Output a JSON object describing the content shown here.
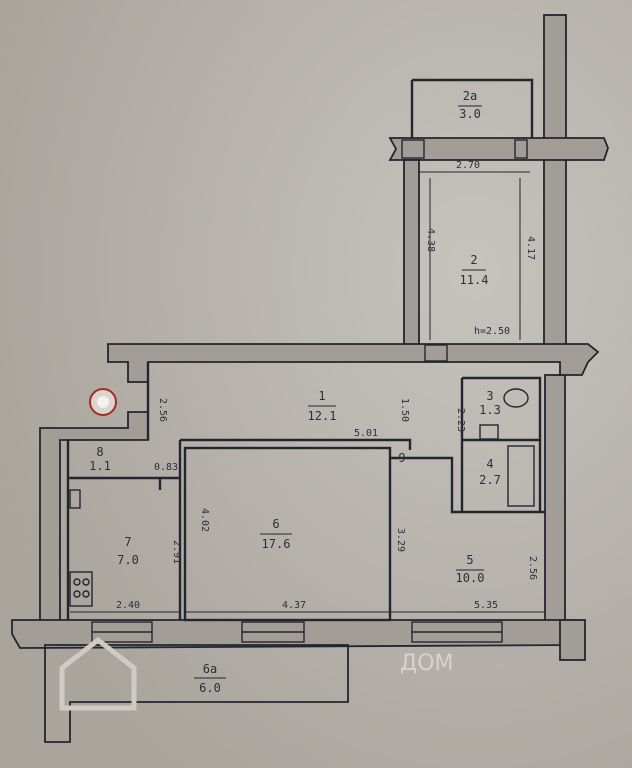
{
  "rooms": [
    {
      "id": "2a",
      "number": "2а",
      "area": "3.0"
    },
    {
      "id": "2",
      "number": "2",
      "area": "11.4"
    },
    {
      "id": "1",
      "number": "1",
      "area": "12.1"
    },
    {
      "id": "3",
      "number": "3",
      "area": "1.3"
    },
    {
      "id": "4",
      "number": "4",
      "area": "2.7"
    },
    {
      "id": "9",
      "number": "9"
    },
    {
      "id": "8",
      "number": "8",
      "area": "1.1"
    },
    {
      "id": "7",
      "number": "7",
      "area": "7.0"
    },
    {
      "id": "6",
      "number": "6",
      "area": "17.6"
    },
    {
      "id": "5",
      "number": "5",
      "area": "10.0"
    },
    {
      "id": "6a",
      "number": "6а",
      "area": "6.0"
    }
  ],
  "dimensions": [
    "2.70",
    "4.38",
    "4.17",
    "h=2.50",
    "2.56",
    "1.50",
    "5.01",
    "2.23",
    "0.83",
    "4.02",
    "2.91",
    "3.29",
    "2.56",
    "2.40",
    "4.37",
    "5.35"
  ],
  "watermark": "ДОМ"
}
